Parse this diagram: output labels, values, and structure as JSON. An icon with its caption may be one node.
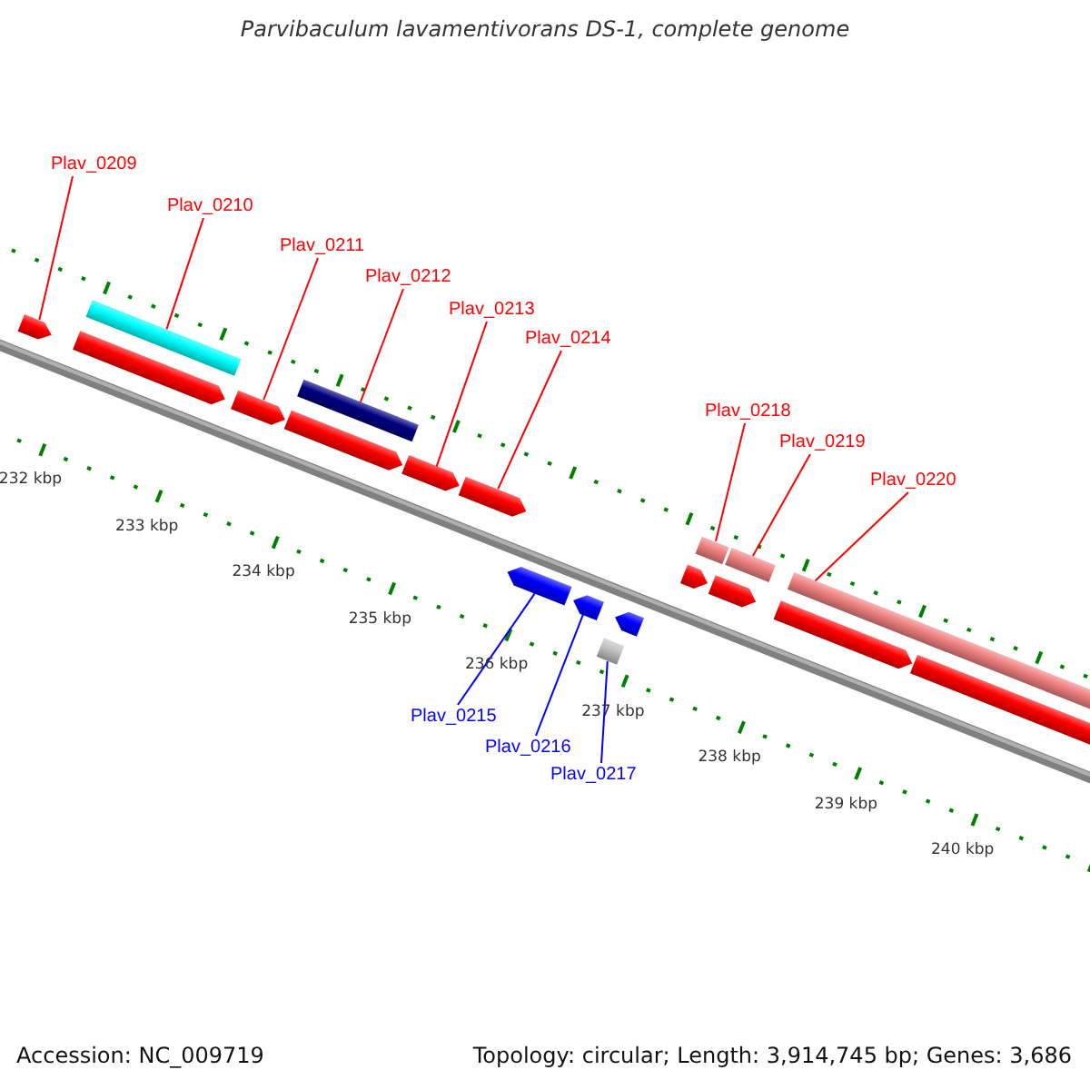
{
  "diagram": {
    "title": "Parvibaculum lavamentivorans DS-1, complete genome",
    "nodes": [
      {
        "text": [
          "Plav_0209"
        ]
      },
      {
        "text": [
          "Plav_0210"
        ]
      },
      {
        "text": [
          "Plav_0211"
        ]
      },
      {
        "text": [
          "Plav_0212"
        ]
      },
      {
        "text": [
          "Plav_0213"
        ]
      },
      {
        "text": [
          "Plav_0214"
        ]
      },
      {
        "text": [
          "Plav_0218"
        ]
      },
      {
        "text": [
          "Plav_0219"
        ]
      },
      {
        "text": [
          "Plav_0220"
        ]
      },
      {
        "text": [
          "Plav_0215"
        ]
      },
      {
        "text": [
          "Plav_0216"
        ]
      },
      {
        "text": [
          "Plav_0217"
        ]
      },
      {
        "text": [],
        "shape": "pentagon"
      },
      {
        "text": [],
        "shape": "bar"
      },
      {
        "text": [],
        "shape": "pentagon"
      },
      {
        "text": [],
        "shape": "pentagon"
      },
      {
        "text": [],
        "shape": "bar"
      },
      {
        "text": [],
        "shape": "pentagon"
      },
      {
        "text": [],
        "shape": "pentagon"
      },
      {
        "text": [],
        "shape": "pentagon"
      },
      {
        "text": [],
        "shape": "pentagon"
      },
      {
        "text": [],
        "shape": "pentagon"
      },
      {
        "text": [],
        "shape": "pentagon"
      },
      {
        "text": [],
        "shape": "box"
      },
      {
        "text": [],
        "shape": "bar"
      },
      {
        "text": [],
        "shape": "bar"
      },
      {
        "text": [],
        "shape": "pentagon"
      },
      {
        "text": [],
        "shape": "pentagon"
      },
      {
        "text": [],
        "shape": "bar"
      },
      {
        "text": [],
        "shape": "bar"
      },
      {
        "text": [],
        "shape": "pentagon"
      },
      {
        "text": [],
        "shape": "pentagon"
      }
    ],
    "edges": [
      {
        "from": 0,
        "to": 12,
        "arrow": "none"
      },
      {
        "from": 1,
        "to": 13,
        "arrow": "none"
      },
      {
        "from": 2,
        "to": 15,
        "arrow": "none"
      },
      {
        "from": 3,
        "to": 16,
        "arrow": "none"
      },
      {
        "from": 4,
        "to": 18,
        "arrow": "none"
      },
      {
        "from": 5,
        "to": 19,
        "arrow": "none"
      },
      {
        "from": 6,
        "to": 24,
        "arrow": "none"
      },
      {
        "from": 7,
        "to": 25,
        "arrow": "none"
      },
      {
        "from": 8,
        "to": 28,
        "arrow": "none"
      },
      {
        "from": 9,
        "to": 20,
        "arrow": "none",
        "color": "#0000ff"
      },
      {
        "from": 10,
        "to": 21,
        "arrow": "none",
        "color": "#0000ff"
      },
      {
        "from": 11,
        "to": 23,
        "arrow": "none",
        "color": "#0000ff"
      }
    ],
    "labels": [
      "232 kbp",
      "233 kbp",
      "234 kbp",
      "235 kbp",
      "236 kbp",
      "237 kbp",
      "238 kbp",
      "239 kbp",
      "240 kbp",
      "Accession: NC_009719",
      "Topology: circular; Length: 3,914,745 bp; Genes: 3,686"
    ]
  }
}
